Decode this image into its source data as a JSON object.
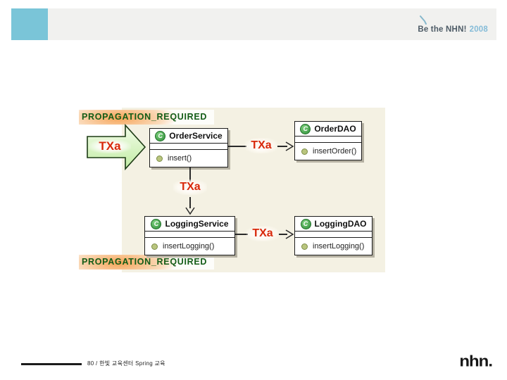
{
  "header": {
    "brand": "Be the NHN!",
    "year": "2008"
  },
  "slide": {
    "caption_top": "PROPAGATION_REQUIRED",
    "caption_bottom": "PROPAGATION_REQUIRED",
    "class_icon_letter": "C",
    "big_arrow_label": "TXa",
    "connectors": {
      "order_to_orderdao": "TXa",
      "order_to_logging": "TXa",
      "logging_to_loggingdao": "TXa"
    },
    "classes": [
      {
        "name": "OrderService",
        "method": "insert()"
      },
      {
        "name": "OrderDAO",
        "method": "insertOrder()"
      },
      {
        "name": "LoggingService",
        "method": "insertLogging()"
      },
      {
        "name": "LoggingDAO",
        "method": "insertLogging()"
      }
    ]
  },
  "footer": {
    "page_info": "80 / 한빛 교육센터 Spring 교육",
    "logo": "nhn."
  },
  "colors": {
    "canvas_beige": "#f4f1e3",
    "arrow_green": "#d7f3bd",
    "tx_red": "#d8280a",
    "caption_green": "#135c17",
    "highlight_orange": "#f4943a",
    "brand_square_blue": "#7ac5d8",
    "brand_text": "#4d5b66",
    "year_blue": "#85bcd8",
    "header_band": "#f1f1ef"
  }
}
